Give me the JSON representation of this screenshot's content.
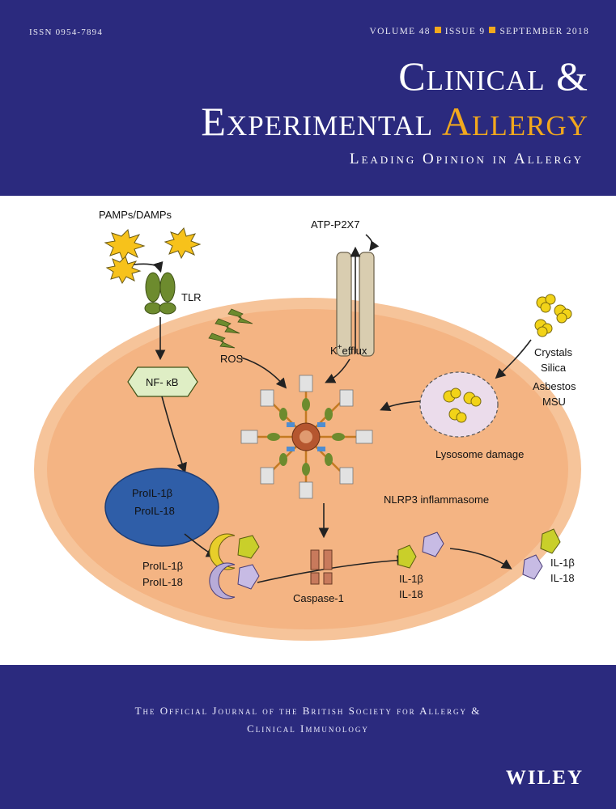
{
  "header": {
    "issn": "ISSN 0954-7894",
    "volume": "VOLUME 48",
    "issue": "ISSUE 9",
    "date": "SEPTEMBER 2018",
    "title_line1": "Clinical &",
    "title_line2_a": "Experimental",
    "title_line2_b": "Allergy",
    "tagline": "Leading Opinion in Allergy"
  },
  "figure": {
    "pamps": "PAMPs/DAMPs",
    "tlr": "TLR",
    "atp": "ATP-P2X7",
    "ros": "ROS",
    "k_efflux_k": "K",
    "k_efflux_sup": "+",
    "k_efflux_rest": "efflux",
    "crystals": [
      "Crystals",
      "Silica",
      "Asbestos",
      "MSU"
    ],
    "nfkb": "NF- κB",
    "lysosome": "Lysosome damage",
    "nlrp3": "NLRP3 inflammasome",
    "pro_nucleus": [
      "ProIL-1β",
      "ProIL-18"
    ],
    "pro_cyto": [
      "ProIL-1β",
      "ProIL-18"
    ],
    "caspase": "Caspase-1",
    "il_inside": [
      "IL-1β",
      "IL-18"
    ],
    "il_outside": [
      "IL-1β",
      "IL-18"
    ]
  },
  "footer": {
    "society_line1": "The Official Journal of the British Society for Allergy &",
    "society_line2": "Clinical Immunology",
    "publisher": "WILEY"
  },
  "colors": {
    "navy": "#2b2a7e",
    "gold": "#f2a81d",
    "cell": "#f6c49a",
    "nucleus": "#2f5ea8",
    "green": "#6d8b2e"
  }
}
